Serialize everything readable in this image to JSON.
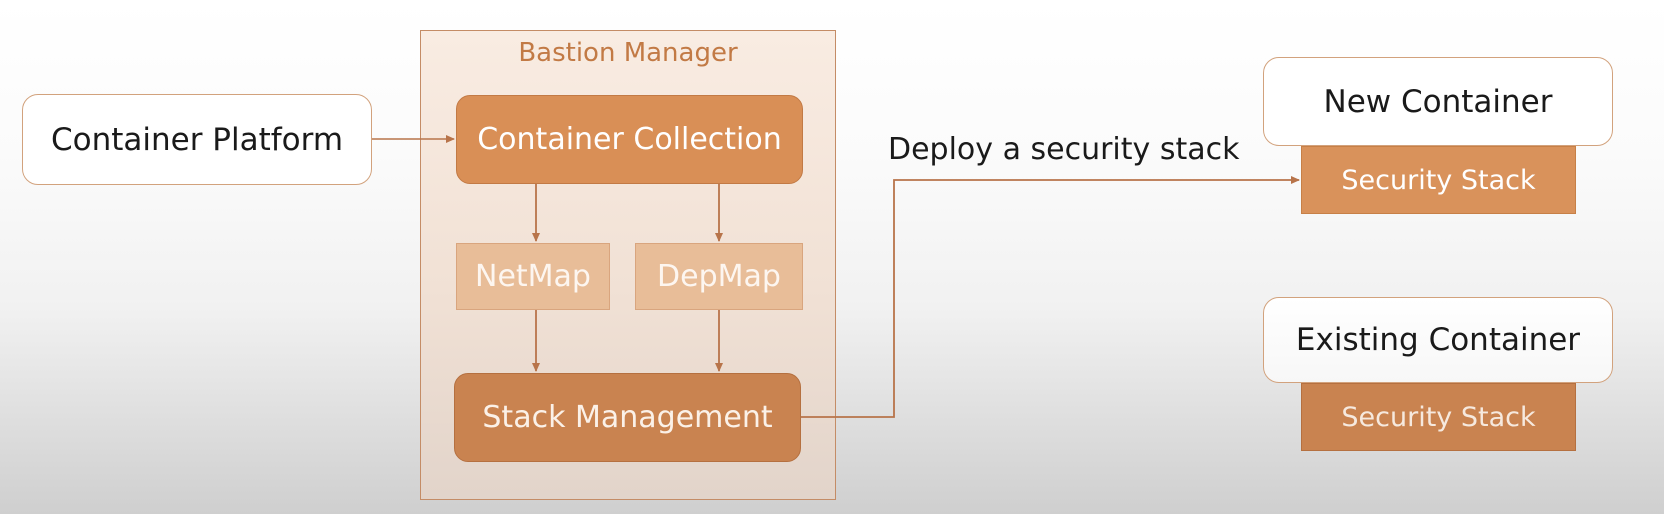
{
  "diagram": {
    "bastion_manager": {
      "title": "Bastion Manager",
      "container_collection": "Container Collection",
      "netmap": "NetMap",
      "depmap": "DepMap",
      "stack_management": "Stack Management"
    },
    "container_platform": "Container Platform",
    "deploy_label": "Deploy a security stack",
    "new_container": {
      "label": "New Container",
      "stack": "Security Stack"
    },
    "existing_container": {
      "label": "Existing Container",
      "stack": "Security Stack"
    }
  },
  "colors": {
    "accent": "#d98f56",
    "accent_dark": "#c98350",
    "panel": "#f3e4d8",
    "map_box": "#e8bd98",
    "arrow": "#b8744a"
  }
}
